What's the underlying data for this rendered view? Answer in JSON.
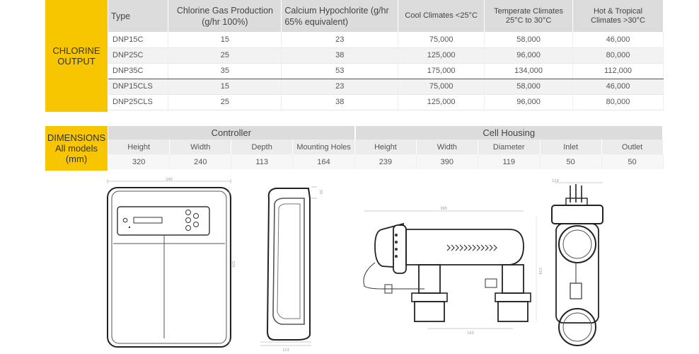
{
  "chlorine": {
    "label_line1": "CHLORINE",
    "label_line2": "OUTPUT",
    "headers": {
      "type": "Type",
      "gas": "Chlorine Gas Production (g/hr 100%)",
      "calcium": "Calcium Hypochlorite (g/hr 65% equivalent)",
      "cool": "Cool Climates <25°C",
      "temperate": "Temperate Climates 25°C to 30°C",
      "hot": "Hot & Tropical Climates >30°C"
    },
    "rows": [
      [
        "DNP15C",
        "15",
        "23",
        "75,000",
        "58,000",
        "46,000"
      ],
      [
        "DNP25C",
        "25",
        "38",
        "125,000",
        "96,000",
        "80,000"
      ],
      [
        "DNP35C",
        "35",
        "53",
        "175,000",
        "134,000",
        "112,000"
      ],
      [
        "DNP15CLS",
        "15",
        "23",
        "75,000",
        "58,000",
        "46,000"
      ],
      [
        "DNP25CLS",
        "25",
        "38",
        "125,000",
        "96,000",
        "80,000"
      ]
    ]
  },
  "dimensions": {
    "label_line1": "DIMENSIONS",
    "label_line2": "All models",
    "label_line3": "(mm)",
    "group_controller": "Controller",
    "group_cell": "Cell Housing",
    "columns": [
      "Height",
      "Width",
      "Depth",
      "Mounting Holes",
      "Height",
      "Width",
      "Diameter",
      "Inlet",
      "Outlet"
    ],
    "values": [
      "320",
      "240",
      "113",
      "164",
      "239",
      "390",
      "119",
      "50",
      "50"
    ]
  },
  "drawings": {
    "controller_width": "240",
    "controller_height": "320",
    "side_top": "50",
    "side_depth": "113",
    "cell_length": "390",
    "cell_height": "239",
    "cell_spacing": "193",
    "end_width": "119"
  }
}
